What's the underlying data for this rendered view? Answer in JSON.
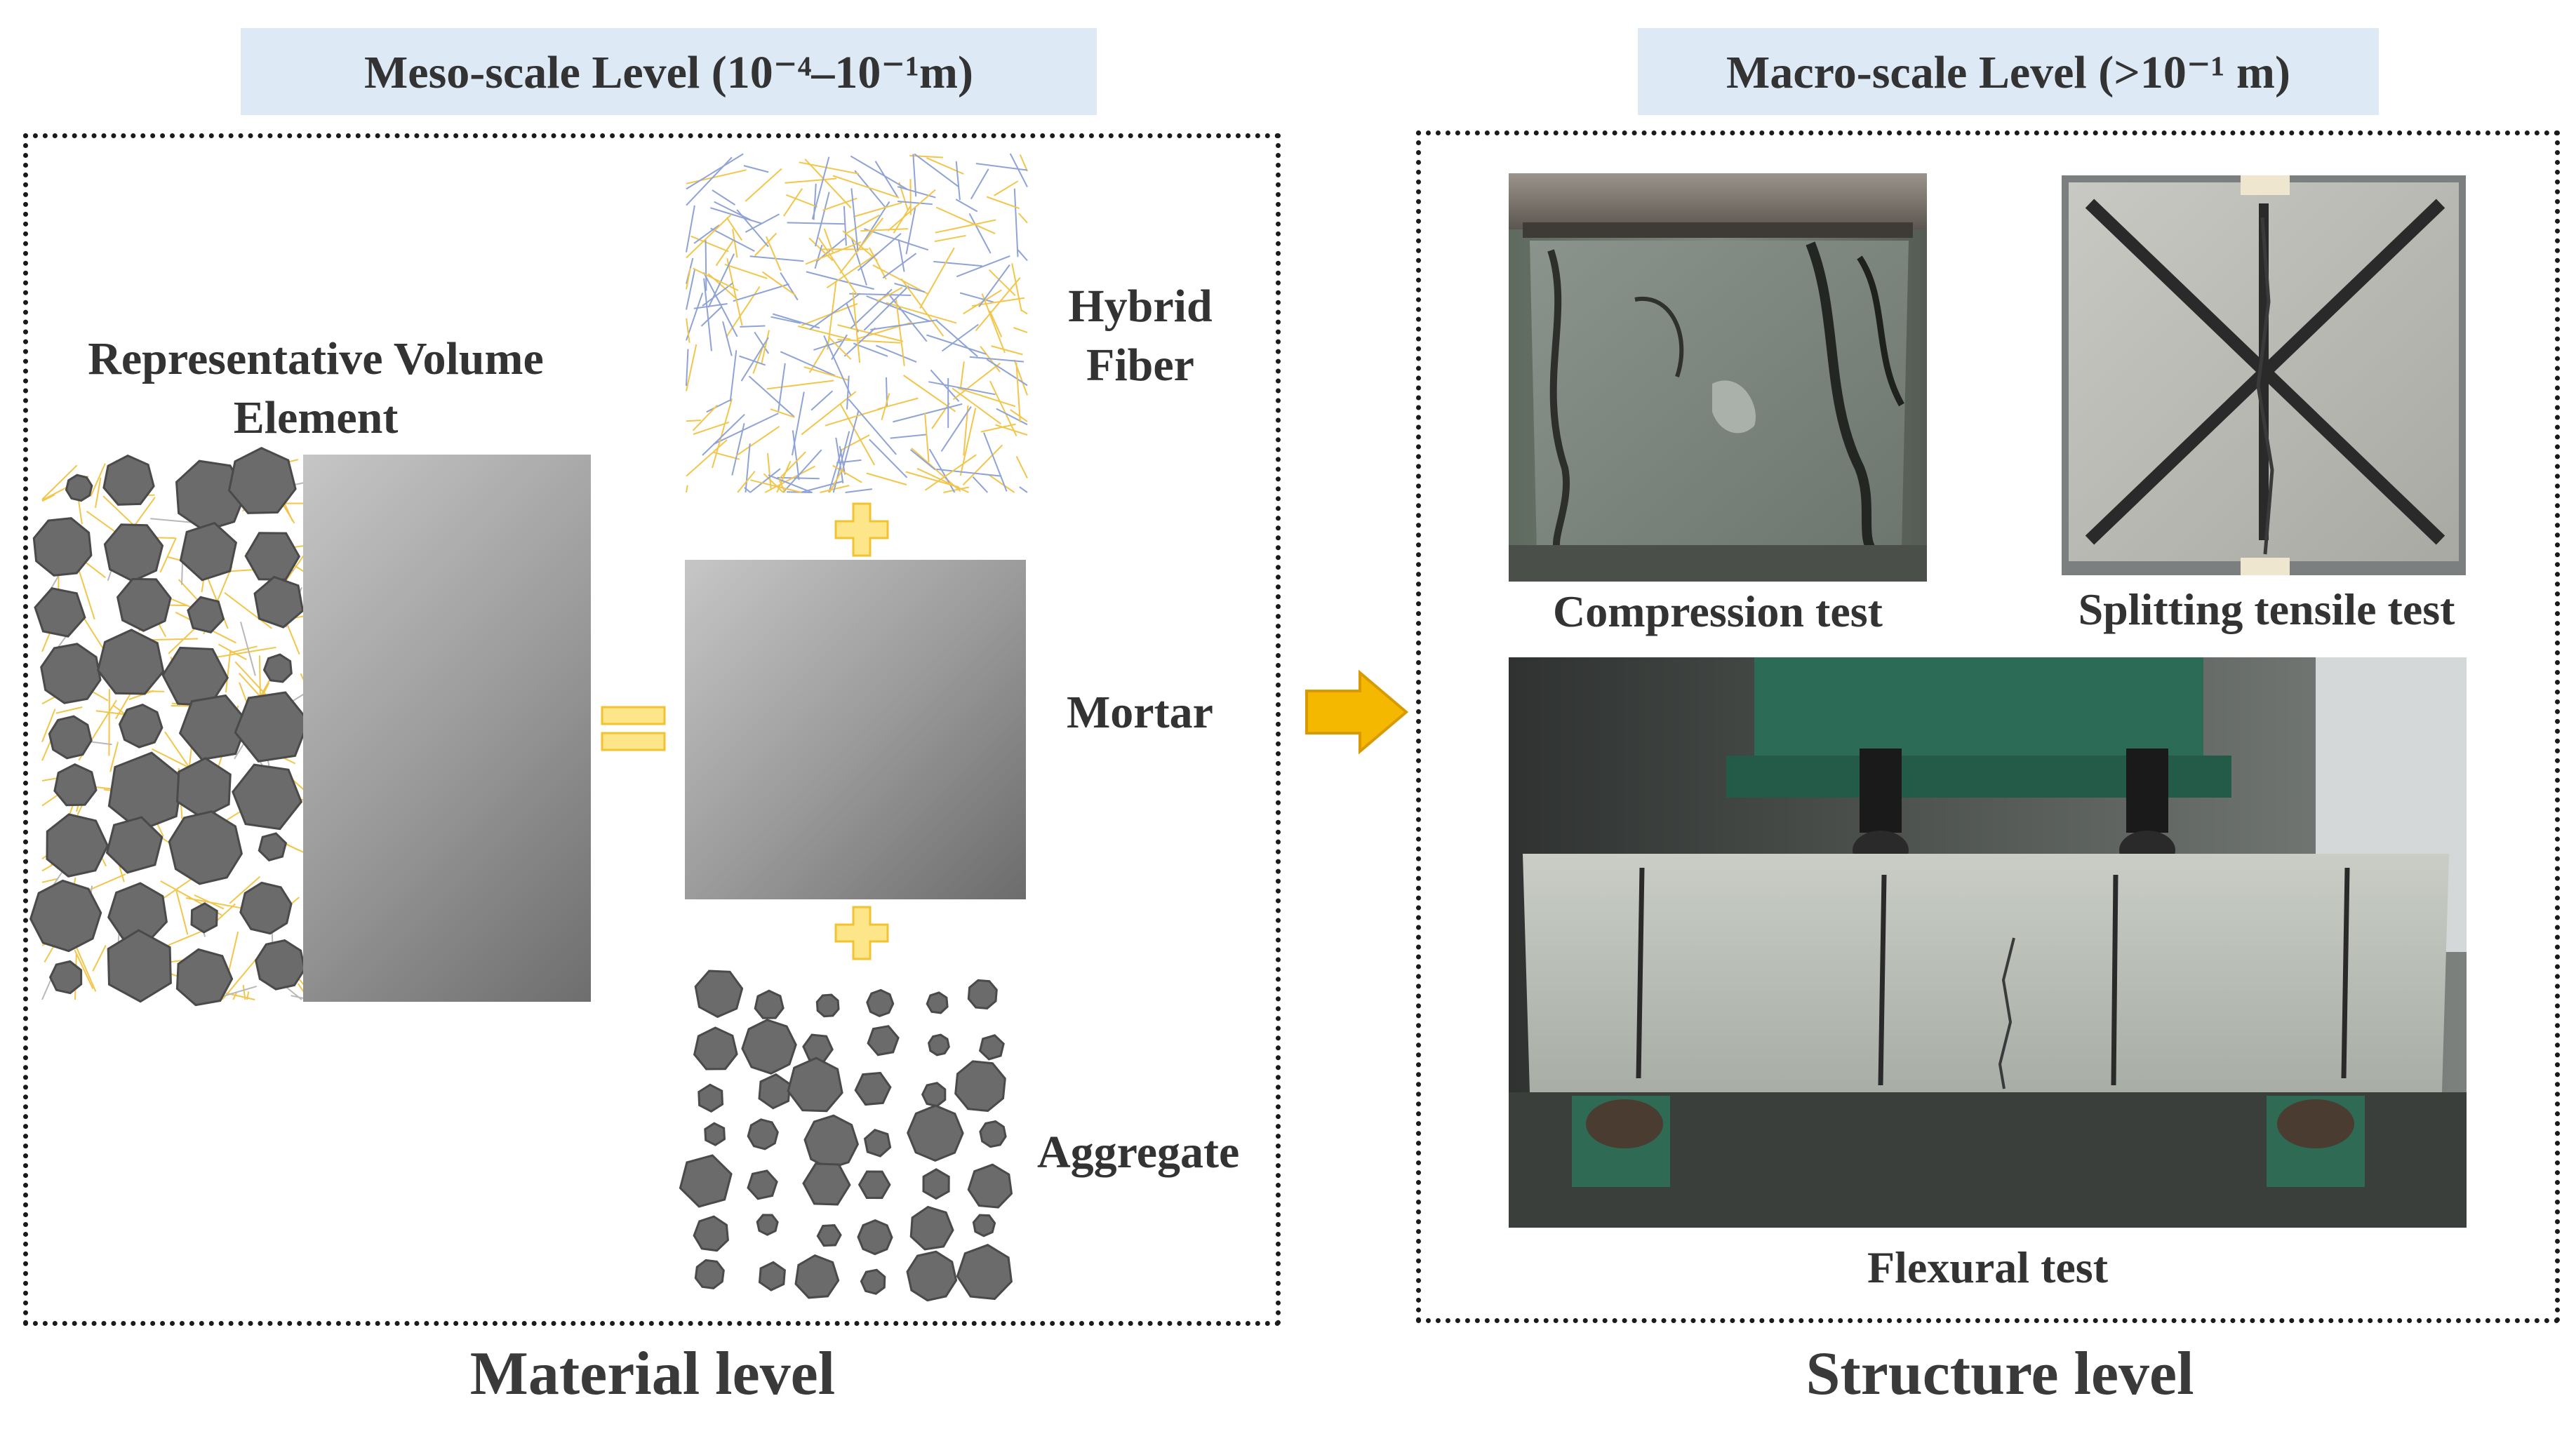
{
  "meso": {
    "banner": "Meso-scale Level (10⁻⁴–10⁻¹m)",
    "rve_line1": "Representative Volume",
    "rve_line2": "Element",
    "fiber_line1": "Hybrid",
    "fiber_line2": "Fiber",
    "mortar": "Mortar",
    "aggregate": "Aggregate",
    "footer": "Material level"
  },
  "macro": {
    "banner": "Macro-scale Level (>10⁻¹ m)",
    "compression": "Compression test",
    "splitting": "Splitting tensile test",
    "flexural": "Flexural test",
    "footer": "Structure level"
  },
  "colors": {
    "banner_bg": "#dde9f5",
    "aggregate": "#6b6b6b",
    "fiber_yellow": "#f2c64a",
    "fiber_blue": "#8fa3d6",
    "operator_yellow": "#fde58a",
    "arrow": "#f5b800"
  },
  "icons": {
    "plus": "plus-icon",
    "equals": "equals-icon",
    "arrow": "arrow-right-icon"
  }
}
